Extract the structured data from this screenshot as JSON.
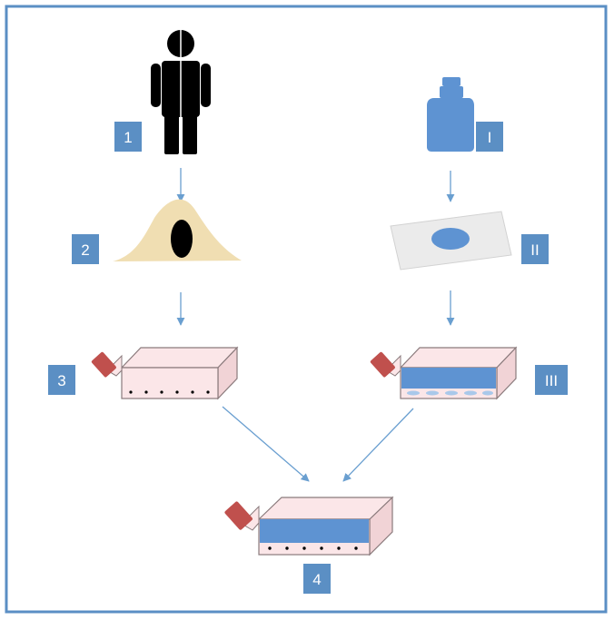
{
  "labels": {
    "step1": "1",
    "step2": "2",
    "step3": "3",
    "step4": "4",
    "stepI": "I",
    "stepII": "II",
    "stepIII": "III"
  },
  "colors": {
    "frame": "#5b8fc4",
    "label_box": "#5b8fc4",
    "label_text": "#ffffff",
    "arrow": "#6a9fd0",
    "person": "#000000",
    "tissue": "#f0deb2",
    "tissue_nucleus": "#000000",
    "flask_body": "#fbe6e8",
    "flask_edge": "#8a7a7c",
    "flask_side": "#f1d3d6",
    "medium_blue": "#5e93d2",
    "cap_red": "#c0504d",
    "bottle_blue": "#5e93d2",
    "slide": "#ebebeb"
  },
  "icons": [
    "person-icon",
    "bottle-icon",
    "tissue-icon",
    "slide-icon",
    "flask-icon"
  ]
}
